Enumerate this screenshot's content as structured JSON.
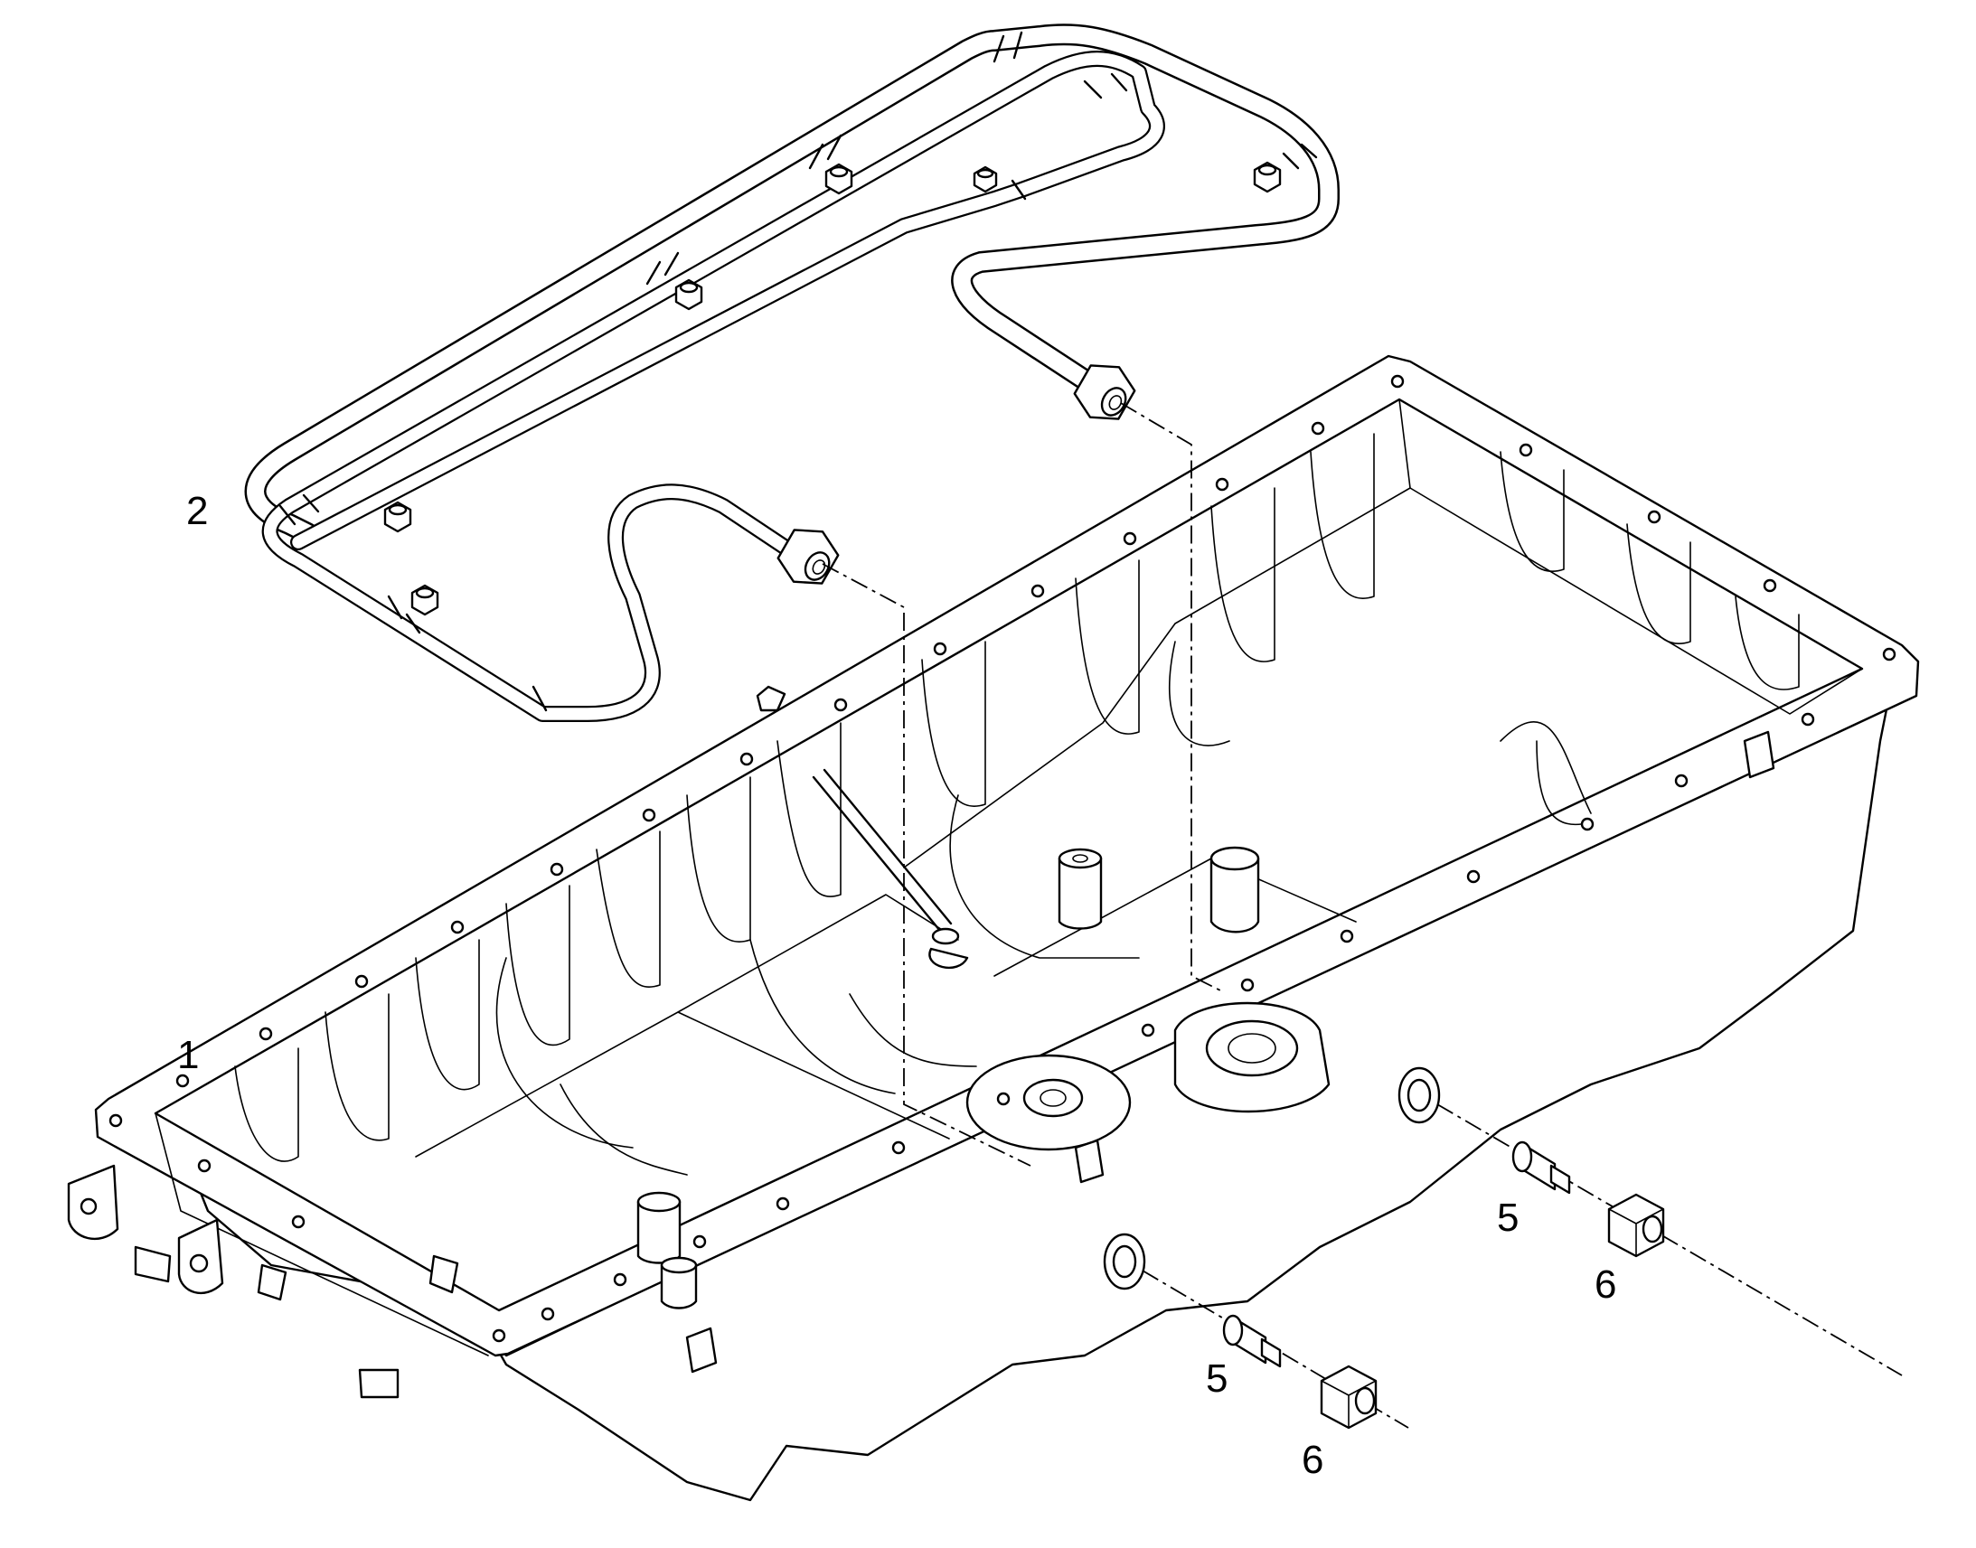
{
  "diagram": {
    "callouts": [
      {
        "id": "1",
        "text": "1"
      },
      {
        "id": "2",
        "text": "2"
      },
      {
        "id": "5a",
        "text": "5"
      },
      {
        "id": "6a",
        "text": "6"
      },
      {
        "id": "5b",
        "text": "5"
      },
      {
        "id": "6b",
        "text": "6"
      }
    ]
  }
}
